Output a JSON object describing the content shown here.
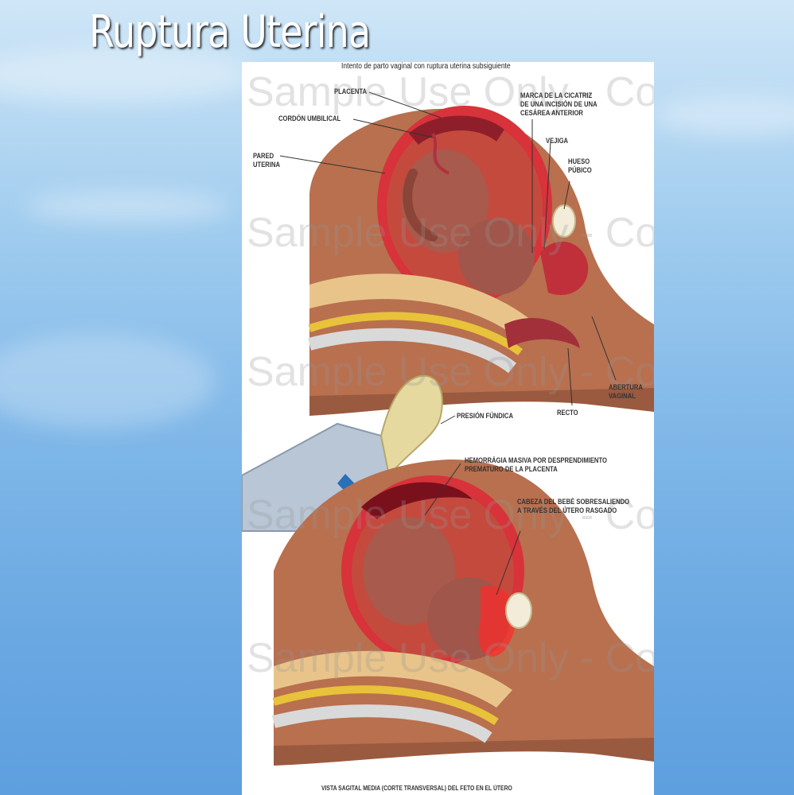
{
  "slide": {
    "title": "Ruptura Uterina"
  },
  "figure": {
    "caption_top": "Intento de parto vaginal con ruptura uterina subsiguiente",
    "caption_bottom": "VISTA SAGITAL MEDIA (CORTE TRANSVERSAL) DEL FETO EN EL ÚTERO",
    "watermark": "Sample Use Only - Copy",
    "labels": {
      "placenta": "PLACENTA",
      "umbilical_cord": "CORDÓN UMBILICAL",
      "uterine_wall": "PARED\nUTERINA",
      "scar": "MARCA DE LA CICATRIZ\nDE UNA INCISIÓN DE UNA\nCESÁREA ANTERIOR",
      "bladder": "VEJIGA",
      "pubic_bone": "HUESO\nPÚBICO",
      "vaginal_opening": "ABERTURA\nVAGINAL",
      "rectum": "RECTO",
      "fundal_pressure": "PRESIÓN FÚNDICA",
      "hemorrhage": "HEMORRÁGIA MASIVA POR DESPRENDIMIENTO\nPREMATURO DE LA PLACENTA",
      "baby_head": "CABEZA DEL BEBÉ SOBRESALIENDO\nA TRAVÉS DEL ÚTERO RASGADO"
    }
  },
  "colors": {
    "skin": "#b8704f",
    "uterus_red": "#d8323a",
    "fetus": "#a85a4c",
    "glove": "#e6d9a0",
    "sleeve": "#b9c6d6",
    "arrow": "#2a6fb8"
  }
}
